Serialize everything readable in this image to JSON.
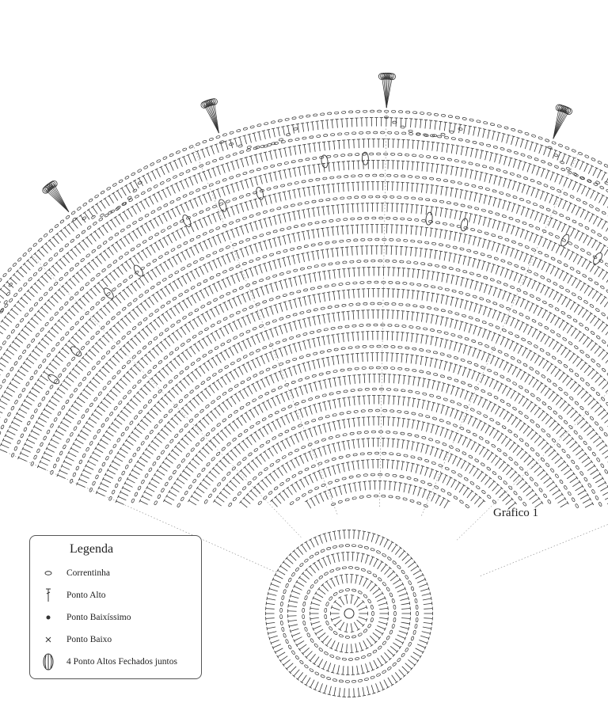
{
  "graph_label": "Gráfico 1",
  "legend": {
    "title": "Legenda",
    "items": [
      {
        "symbol": "chain",
        "label": "Correntinha"
      },
      {
        "symbol": "double-crochet",
        "label": "Ponto Alto"
      },
      {
        "symbol": "slip-stitch",
        "label": "Ponto Baixíssimo"
      },
      {
        "symbol": "single-crochet",
        "label": "Ponto Baixo"
      },
      {
        "symbol": "cluster",
        "label": "4 Ponto Altos Fechados juntos"
      }
    ]
  },
  "colors": {
    "ink": "#333333",
    "background": "#ffffff"
  }
}
